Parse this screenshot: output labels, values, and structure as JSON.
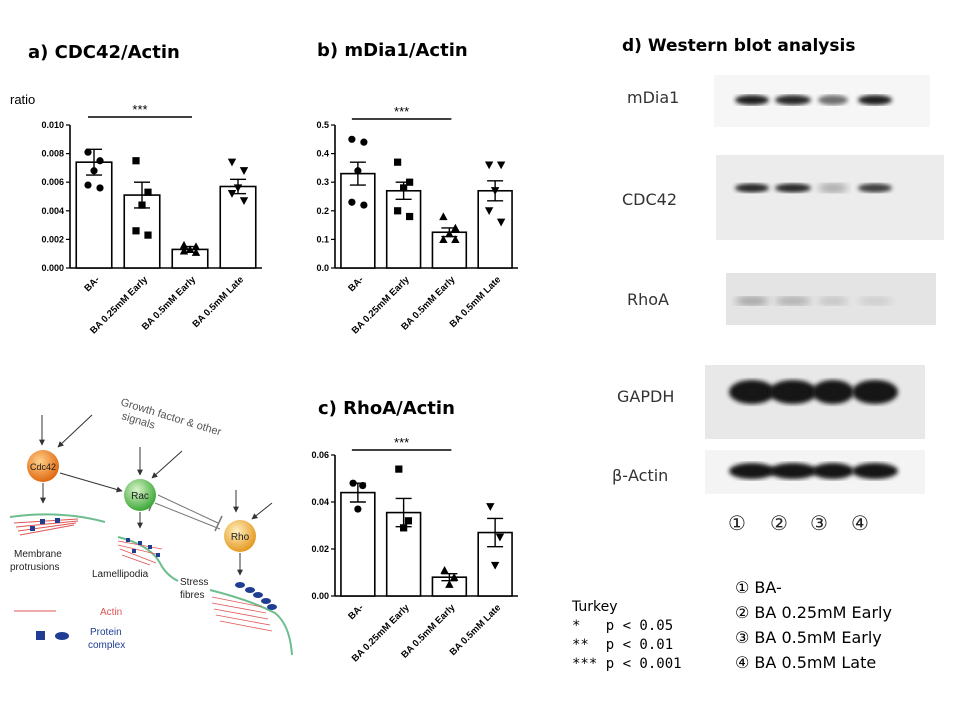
{
  "chart_data": [
    {
      "id": "a",
      "type": "bar",
      "title": "a) CDC42/Actin",
      "ylabel": "ratio",
      "categories": [
        "BA-",
        "BA 0.25mM Early",
        "BA 0.5mM Early",
        "BA 0.5mM Late"
      ],
      "ylim": [
        0,
        0.01
      ],
      "yticks": [
        "0.000",
        "0.002",
        "0.004",
        "0.006",
        "0.008",
        "0.010"
      ],
      "tick_values": [
        0,
        0.002,
        0.004,
        0.006,
        0.008,
        0.01
      ],
      "means": [
        0.0074,
        0.0051,
        0.0013,
        0.0057
      ],
      "sem": [
        0.0009,
        0.0009,
        0.0002,
        0.0005
      ],
      "points": [
        [
          0.0081,
          0.0075,
          0.0068,
          0.0058,
          0.0056
        ],
        [
          0.0075,
          0.0053,
          0.0044,
          0.0026,
          0.0023
        ],
        [
          0.0016,
          0.0015,
          0.0013,
          0.0012,
          0.0011
        ],
        [
          0.0074,
          0.0068,
          0.0056,
          0.0052,
          0.0047
        ]
      ],
      "markers": [
        "circle",
        "square",
        "triangle",
        "triangle-down"
      ],
      "significance": {
        "label": "***",
        "from": 0,
        "to": 2
      }
    },
    {
      "id": "b",
      "type": "bar",
      "title": "b) mDia1/Actin",
      "categories": [
        "BA-",
        "BA 0.25mM Early",
        "BA 0.5mM Early",
        "BA 0.5mM Late"
      ],
      "ylim": [
        0,
        0.5
      ],
      "yticks": [
        "0.0",
        "0.1",
        "0.2",
        "0.3",
        "0.4",
        "0.5"
      ],
      "tick_values": [
        0,
        0.1,
        0.2,
        0.3,
        0.4,
        0.5
      ],
      "means": [
        0.33,
        0.27,
        0.125,
        0.27
      ],
      "sem": [
        0.04,
        0.03,
        0.015,
        0.035
      ],
      "points": [
        [
          0.45,
          0.44,
          0.34,
          0.23,
          0.22
        ],
        [
          0.37,
          0.3,
          0.28,
          0.2,
          0.18
        ],
        [
          0.18,
          0.14,
          0.12,
          0.1,
          0.1
        ],
        [
          0.36,
          0.36,
          0.27,
          0.2,
          0.16
        ]
      ],
      "markers": [
        "circle",
        "square",
        "triangle",
        "triangle-down"
      ],
      "significance": {
        "label": "***",
        "from": 0,
        "to": 2
      }
    },
    {
      "id": "c",
      "type": "bar",
      "title": "c) RhoA/Actin",
      "categories": [
        "BA-",
        "BA 0.25mM Early",
        "BA 0.5mM Early",
        "BA 0.5mM Late"
      ],
      "ylim": [
        0,
        0.06
      ],
      "yticks": [
        "0.00",
        "0.02",
        "0.04",
        "0.06"
      ],
      "tick_values": [
        0,
        0.02,
        0.04,
        0.06
      ],
      "means": [
        0.044,
        0.0355,
        0.008,
        0.027
      ],
      "sem": [
        0.004,
        0.006,
        0.0015,
        0.006
      ],
      "points": [
        [
          0.048,
          0.047,
          0.037
        ],
        [
          0.054,
          0.032,
          0.029
        ],
        [
          0.011,
          0.008,
          0.005
        ],
        [
          0.038,
          0.025,
          0.013
        ]
      ],
      "markers": [
        "circle",
        "square",
        "triangle",
        "triangle-down"
      ],
      "significance": {
        "label": "***",
        "from": 0,
        "to": 2
      }
    }
  ],
  "western": {
    "title": "d) Western blot analysis",
    "rows": [
      {
        "label": "mDia1"
      },
      {
        "label": "CDC42"
      },
      {
        "label": "RhoA"
      },
      {
        "label": "GAPDH"
      },
      {
        "label": "β-Actin"
      }
    ],
    "lanes": [
      "①",
      "②",
      "③",
      "④"
    ],
    "intensities": {
      "mDia1": [
        0.95,
        0.9,
        0.55,
        0.95
      ],
      "CDC42": [
        0.9,
        0.9,
        0.3,
        0.8
      ],
      "RhoA": [
        0.35,
        0.28,
        0.15,
        0.1
      ],
      "GAPDH": [
        1.0,
        1.0,
        1.0,
        1.0
      ],
      "β-Actin": [
        1.0,
        1.0,
        1.0,
        1.0
      ]
    },
    "legend": [
      "① BA-",
      "② BA 0.25mM Early",
      "③ BA 0.5mM Early",
      "④ BA 0.5mM Late"
    ]
  },
  "diagram": {
    "header": "Growth factor & other signals",
    "nodes": {
      "cdc42": "Cdc42",
      "rac": "Rac",
      "rho": "Rho"
    },
    "labels": {
      "membrane": "Membrane protrusions",
      "lamellipodia": "Lamellipodia",
      "stress": "Stress fibres",
      "actin": "Actin",
      "protein": "Protein complex"
    },
    "colors": {
      "cdc42": "#f08a2a",
      "rac": "#6cc55b",
      "rho": "#f4b043",
      "actin": "#e05555",
      "complex": "#1f3d93"
    }
  },
  "stats": {
    "title": "Turkey",
    "lines": [
      "*   p < 0.05",
      "**  p < 0.01",
      "*** p < 0.001"
    ]
  }
}
